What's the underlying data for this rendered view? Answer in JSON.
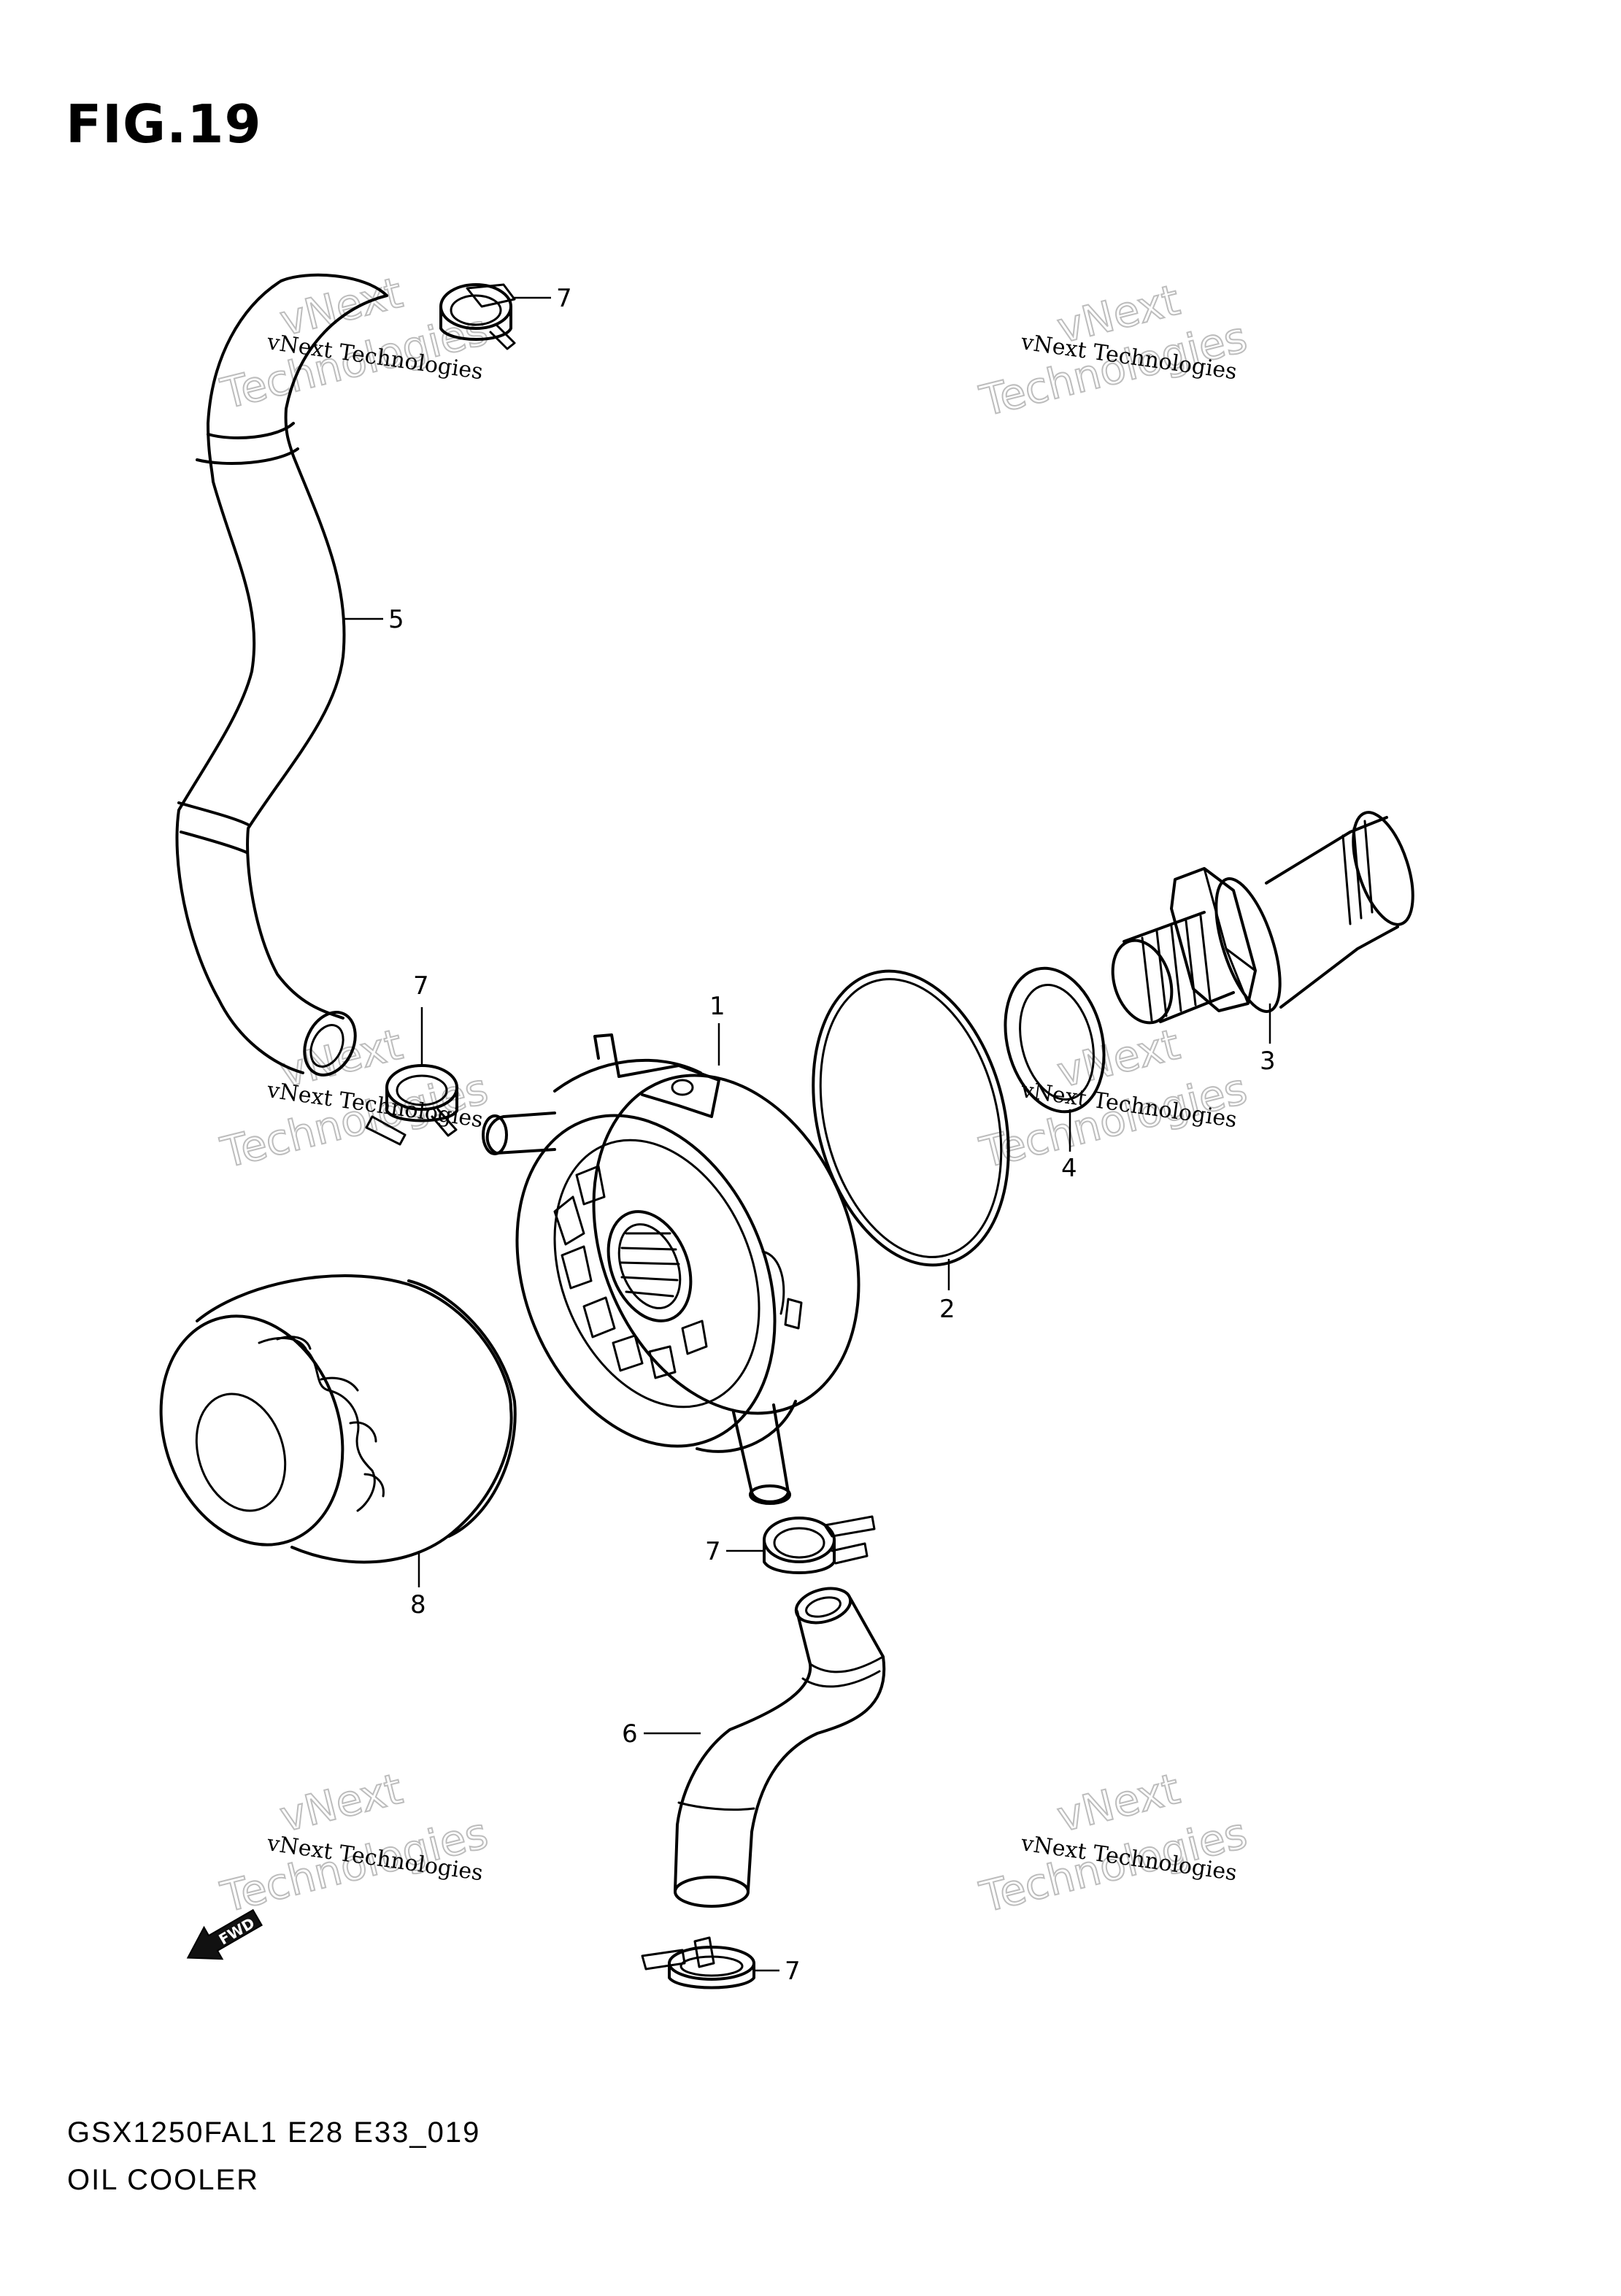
{
  "figure_label": "FIG.19",
  "model_code": "GSX1250FAL1 E28 E33_019",
  "section_name": "OIL COOLER",
  "direction_marker": "FWD",
  "watermark": {
    "line1": "vNext Technologies",
    "big_line1": "vNext",
    "big_line2": "Technologies"
  },
  "callouts": [
    {
      "id": "callout-1",
      "number": "1"
    },
    {
      "id": "callout-2",
      "number": "2"
    },
    {
      "id": "callout-3",
      "number": "3"
    },
    {
      "id": "callout-4",
      "number": "4"
    },
    {
      "id": "callout-5",
      "number": "5"
    },
    {
      "id": "callout-6",
      "number": "6"
    },
    {
      "id": "callout-7-top",
      "number": "7"
    },
    {
      "id": "callout-7-mid",
      "number": "7"
    },
    {
      "id": "callout-7-lower",
      "number": "7"
    },
    {
      "id": "callout-7-bottom",
      "number": "7"
    },
    {
      "id": "callout-8",
      "number": "8"
    }
  ]
}
